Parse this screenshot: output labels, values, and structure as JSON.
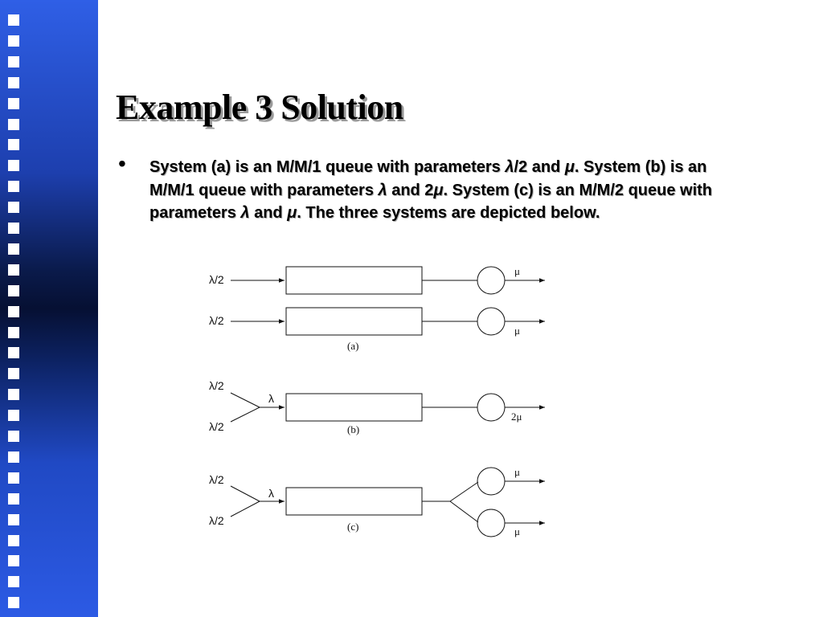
{
  "slide": {
    "title": "Example 3 Solution",
    "bullet_marker": "•",
    "bullet": {
      "p1": "System (a) is an M/M/1 queue with parameters ",
      "lambda1": "λ",
      "p2": "/2 and ",
      "mu1": "μ",
      "p3": ". System (b) is an M/M/1 queue with parameters ",
      "lambda2": "λ",
      "p4": " and 2",
      "mu2": "μ",
      "p5": ". System (c) is an M/M/2 queue with parameters ",
      "lambda3": "λ",
      "p6": " and ",
      "mu3": "μ",
      "p7": ". The three systems are depicted below."
    }
  },
  "diagram": {
    "a": {
      "input_top": "λ/2",
      "input_bottom": "λ/2",
      "rate_top": "μ",
      "rate_bottom": "μ",
      "caption": "(a)"
    },
    "b": {
      "input_top": "λ/2",
      "input_bottom": "λ/2",
      "merged": "λ",
      "rate": "2μ",
      "caption": "(b)"
    },
    "c": {
      "input_top": "λ/2",
      "input_bottom": "λ/2",
      "merged": "λ",
      "rate_top": "μ",
      "rate_bottom": "μ",
      "caption": "(c)"
    }
  },
  "colors": {
    "sidebar_light": "#2f5fe6",
    "sidebar_dark": "#061033",
    "text": "#000000"
  }
}
